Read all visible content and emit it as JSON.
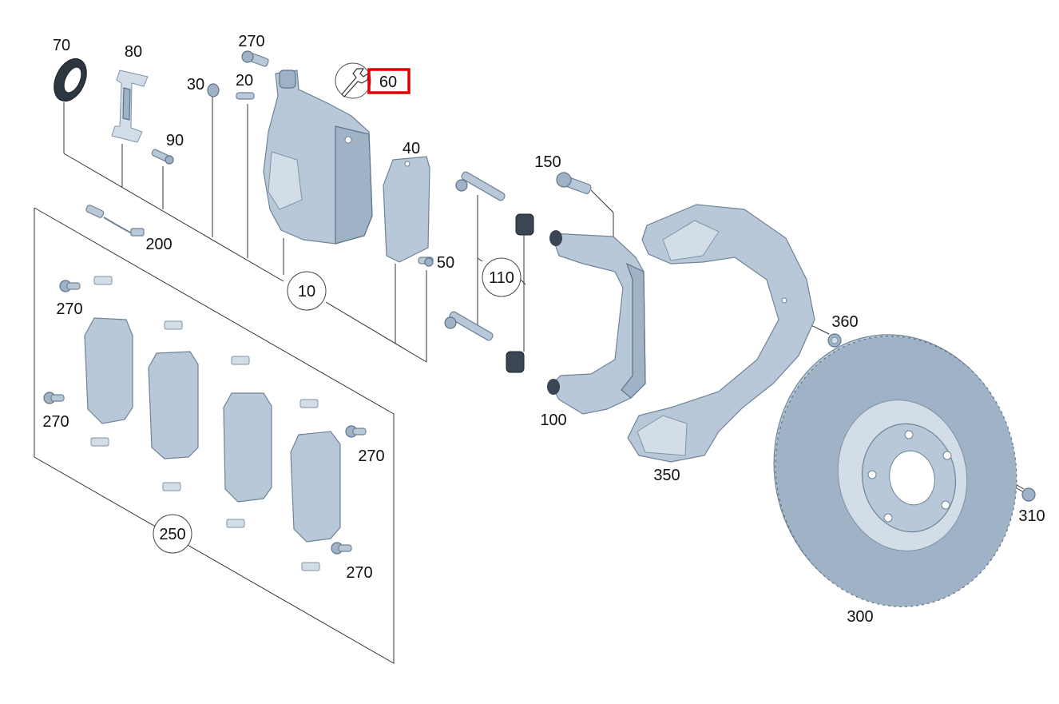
{
  "diagram": {
    "part_numbers": {
      "p70": "70",
      "p80": "80",
      "p270_top": "270",
      "p20": "20",
      "p30": "30",
      "p60": "60",
      "p90": "90",
      "p40": "40",
      "p150": "150",
      "p200": "200",
      "p50": "50",
      "p10": "10",
      "p110": "110",
      "p360": "360",
      "p270_a": "270",
      "p270_b": "270",
      "p270_c": "270",
      "p270_d": "270",
      "p100": "100",
      "p350": "350",
      "p310": "310",
      "p250": "250",
      "p300": "300"
    },
    "highlighted_part": "60",
    "highlight_color": "#e00000",
    "icons": [
      "wrench-icon"
    ]
  }
}
